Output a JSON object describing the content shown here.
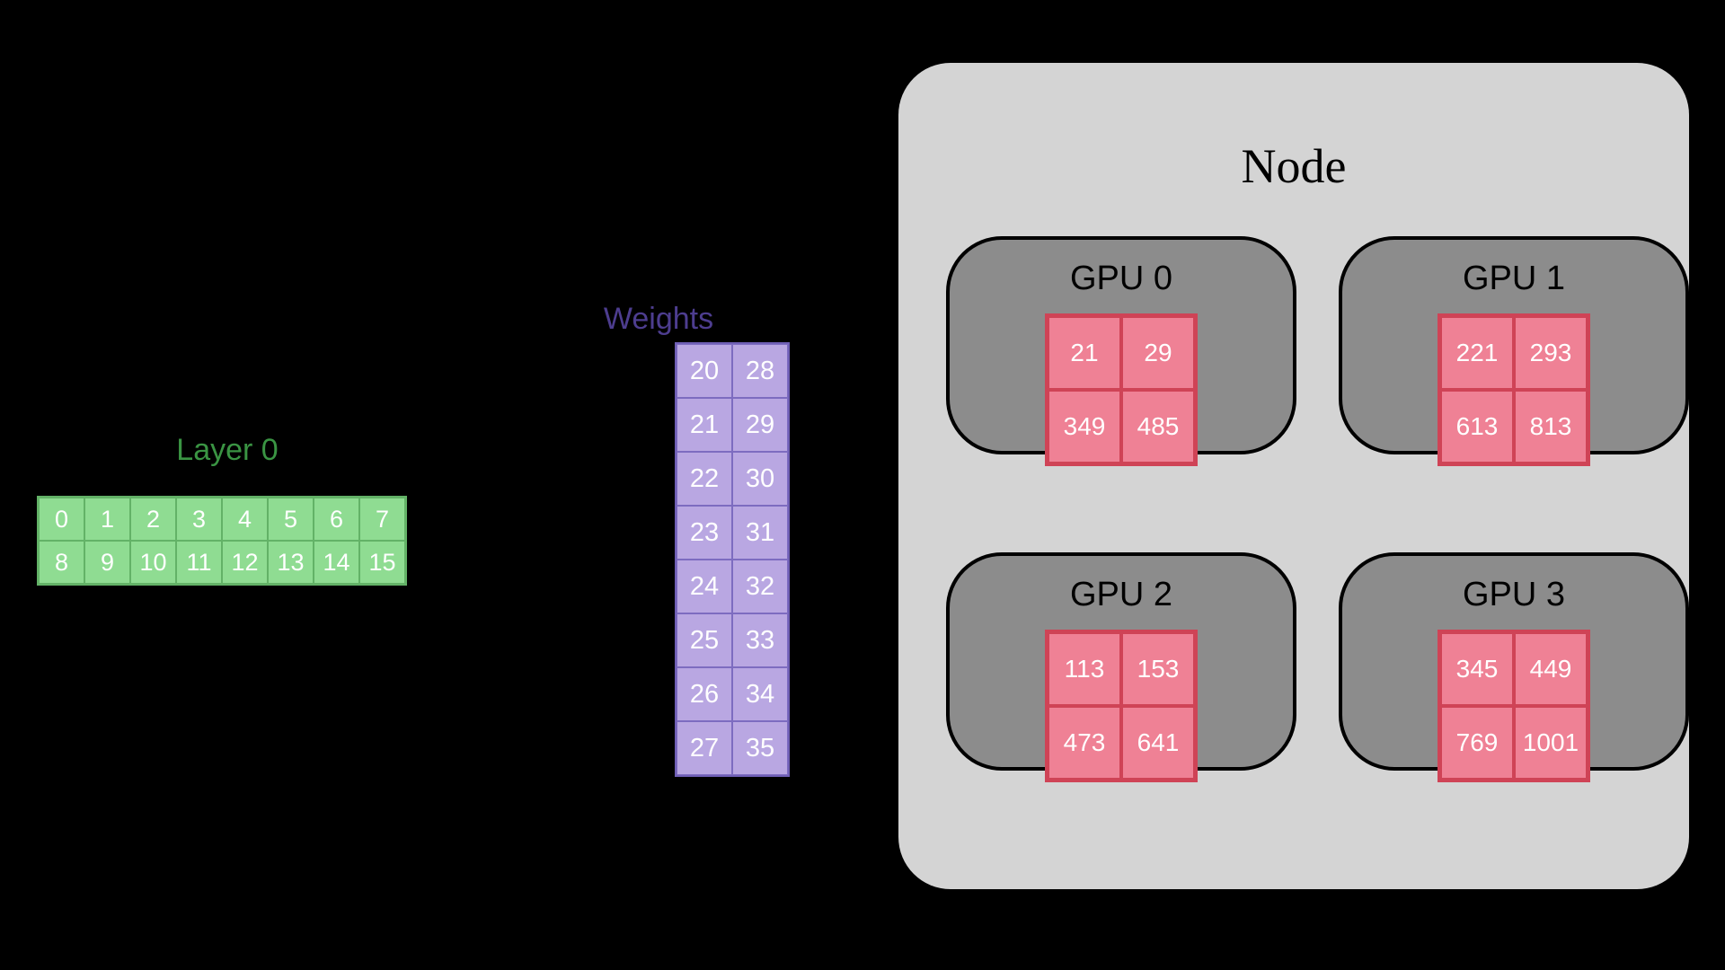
{
  "colors": {
    "background": "#000000",
    "layer_fill": "#8fdc92",
    "layer_border": "#63b267",
    "layer_title": "#3a9443",
    "weights_fill": "#b9a7e2",
    "weights_border": "#7d6cc0",
    "weights_title": "#4d3d8f",
    "node_fill": "#d4d4d4",
    "gpu_fill": "#8c8c8c",
    "gpu_border": "#000000",
    "matrix_fill": "#ef8195",
    "matrix_border": "#cf4356",
    "cell_text": "#ffffff"
  },
  "layer": {
    "title": "Layer 0",
    "rows": [
      [
        "0",
        "1",
        "2",
        "3",
        "4",
        "5",
        "6",
        "7"
      ],
      [
        "8",
        "9",
        "10",
        "11",
        "12",
        "13",
        "14",
        "15"
      ]
    ]
  },
  "weights": {
    "title": "Weights",
    "rows": [
      [
        "20",
        "28"
      ],
      [
        "21",
        "29"
      ],
      [
        "22",
        "30"
      ],
      [
        "23",
        "31"
      ],
      [
        "24",
        "32"
      ],
      [
        "25",
        "33"
      ],
      [
        "26",
        "34"
      ],
      [
        "27",
        "35"
      ]
    ]
  },
  "node": {
    "title": "Node",
    "gpus": [
      {
        "title": "GPU 0",
        "rows": [
          [
            "21",
            "29"
          ],
          [
            "349",
            "485"
          ]
        ]
      },
      {
        "title": "GPU 1",
        "rows": [
          [
            "221",
            "293"
          ],
          [
            "613",
            "813"
          ]
        ]
      },
      {
        "title": "GPU 2",
        "rows": [
          [
            "113",
            "153"
          ],
          [
            "473",
            "641"
          ]
        ]
      },
      {
        "title": "GPU 3",
        "rows": [
          [
            "345",
            "449"
          ],
          [
            "769",
            "1001"
          ]
        ]
      }
    ]
  }
}
